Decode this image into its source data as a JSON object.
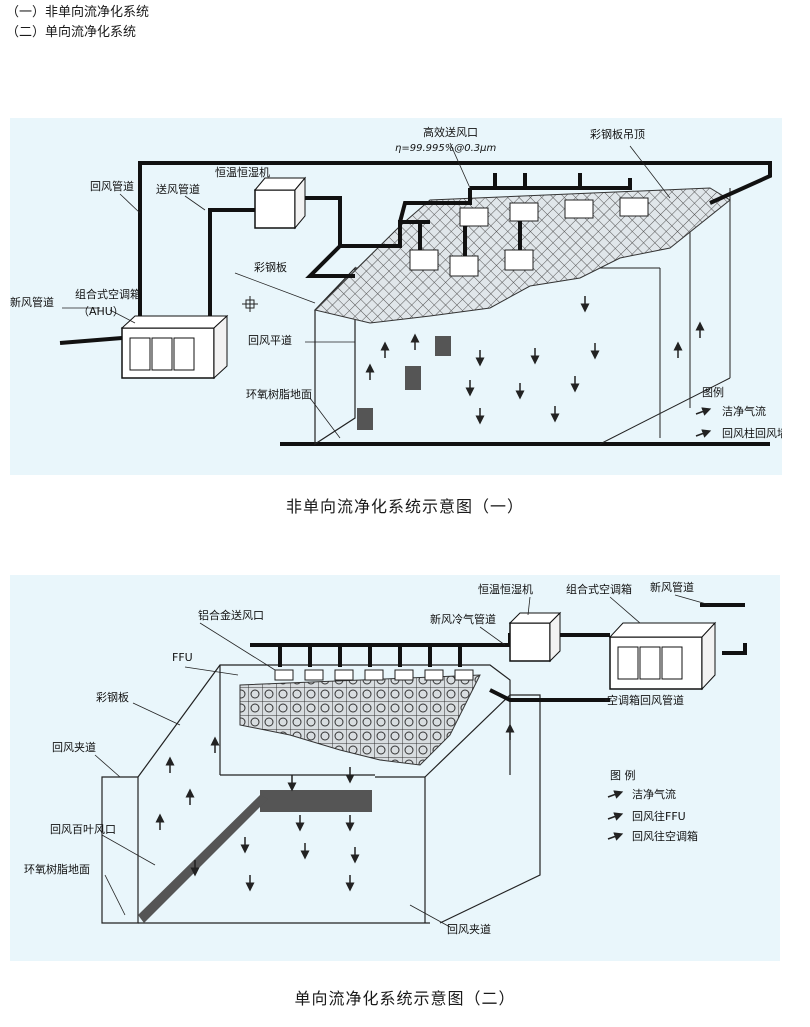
{
  "header": {
    "line1": "（一）非单向流净化系统",
    "line2": "（二）单向流净化系统"
  },
  "diagram1": {
    "caption": "非单向流净化系统示意图（一）",
    "labels": {
      "high_eff_outlet": "高效送风口",
      "efficiency": "η=99.995%@0.3μm",
      "color_steel_ceiling": "彩钢板吊顶",
      "return_duct": "回风管道",
      "thermo_humid": "恒温恒湿机",
      "supply_duct": "送风管道",
      "color_steel": "彩钢板",
      "combined_ac": "组合式空调箱",
      "ahu": "（AHU）",
      "fresh_duct": "新风管道",
      "return_flat": "回风平道",
      "epoxy_floor": "环氧树脂地面"
    },
    "legend": {
      "title": "图例",
      "item1": "洁净气流",
      "item2": "回风柱回风墙"
    }
  },
  "diagram2": {
    "caption": "单向流净化系统示意图（二）",
    "labels": {
      "thermo_humid": "恒温恒湿机",
      "combined_ac": "组合式空调箱",
      "fresh_duct": "新风管道",
      "al_outlet": "铝合金送风口",
      "fresh_cold_duct": "新风冷气管道",
      "ffu": "FFU",
      "ac_return_duct": "空调箱回风管道",
      "color_steel": "彩钢板",
      "return_interlayer": "回风夹道",
      "louver": "回风百叶风口",
      "epoxy_floor": "环氧树脂地面",
      "return_interlayer_bottom": "回风夹道"
    },
    "legend": {
      "title": "图 例",
      "item1": "洁净气流",
      "item2": "回风往FFU",
      "item3": "回风往空调箱"
    }
  },
  "colors": {
    "panel_bg": "#e9f6fb",
    "line": "#111111",
    "mesh": "#555555"
  }
}
